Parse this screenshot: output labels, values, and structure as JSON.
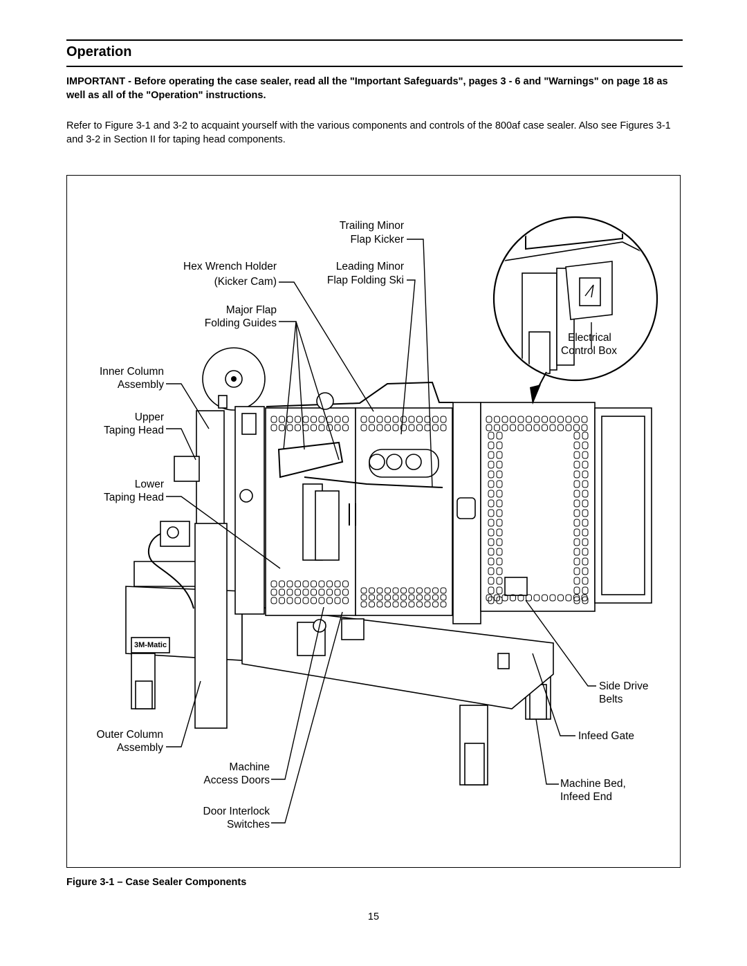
{
  "page": {
    "title": "Operation",
    "important": "IMPORTANT - Before operating the case sealer, read all the \"Important Safeguards\", pages 3 - 6 and \"Warnings\" on page 18 as well as all of the \"Operation\" instructions.",
    "intro": "Refer to Figure 3-1 and 3-2 to acquaint yourself with the various components and controls of the 800af case sealer. Also see Figures 3-1 and 3-2 in Section II for taping head components.",
    "caption": "Figure 3-1 – Case Sealer Components",
    "page_number": "15"
  },
  "figure": {
    "brand_plate": "3M-Matic",
    "labels": {
      "trailing_minor_1": "Trailing Minor",
      "trailing_minor_2": "Flap Kicker",
      "hex_wrench_1": "Hex Wrench Holder",
      "hex_wrench_2": "(Kicker Cam)",
      "leading_minor_1": "Leading Minor",
      "leading_minor_2": "Flap Folding Ski",
      "major_flap_1": "Major Flap",
      "major_flap_2": "Folding Guides",
      "inner_column_1": "Inner Column",
      "inner_column_2": "Assembly",
      "upper_taping_1": "Upper",
      "upper_taping_2": "Taping Head",
      "lower_taping_1": "Lower",
      "lower_taping_2": "Taping Head",
      "outer_column_1": "Outer Column",
      "outer_column_2": "Assembly",
      "access_doors_1": "Machine",
      "access_doors_2": "Access Doors",
      "interlock_1": "Door Interlock",
      "interlock_2": "Switches",
      "electrical_1": "Electrical",
      "electrical_2": "Control Box",
      "side_drive_1": "Side Drive",
      "side_drive_2": "Belts",
      "infeed_gate": "Infeed Gate",
      "machine_bed_1": "Machine Bed,",
      "machine_bed_2": "Infeed End"
    }
  }
}
